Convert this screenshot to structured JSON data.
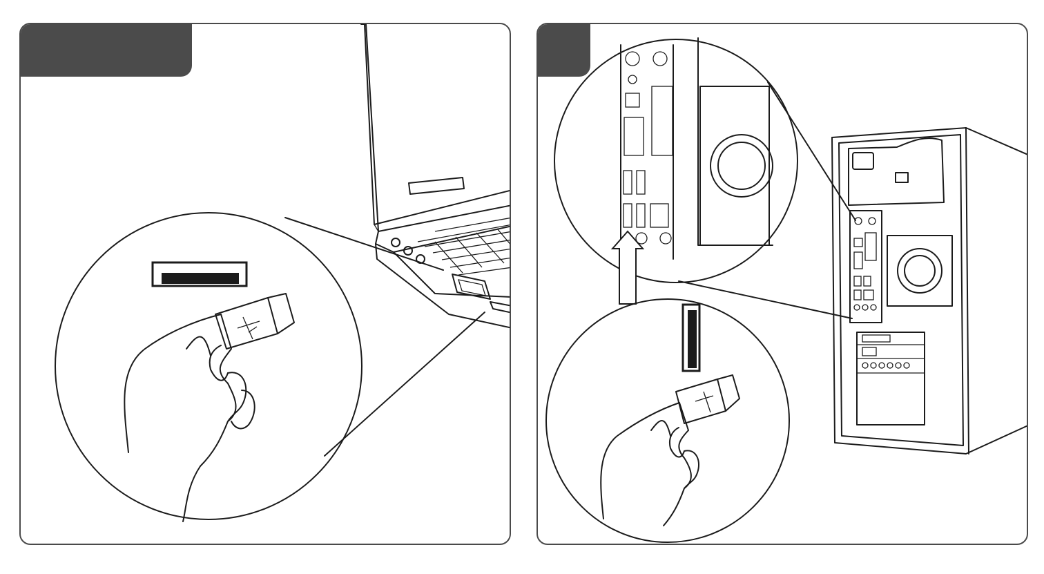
{
  "figure": {
    "panels": [
      {
        "id": "step-1",
        "subject": "laptop",
        "port_icon": "usb-port-horizontal-icon",
        "connector_icon": "usb-connector-icon"
      },
      {
        "id": "step-2",
        "subject": "desktop-tower",
        "port_icon": "usb-port-vertical-icon",
        "connector_icon": "usb-connector-icon"
      }
    ],
    "colors": {
      "ink": "#1b1b1b",
      "tab": "#4b4b4b",
      "frame": "#4a4a4a",
      "background": "#ffffff"
    }
  }
}
